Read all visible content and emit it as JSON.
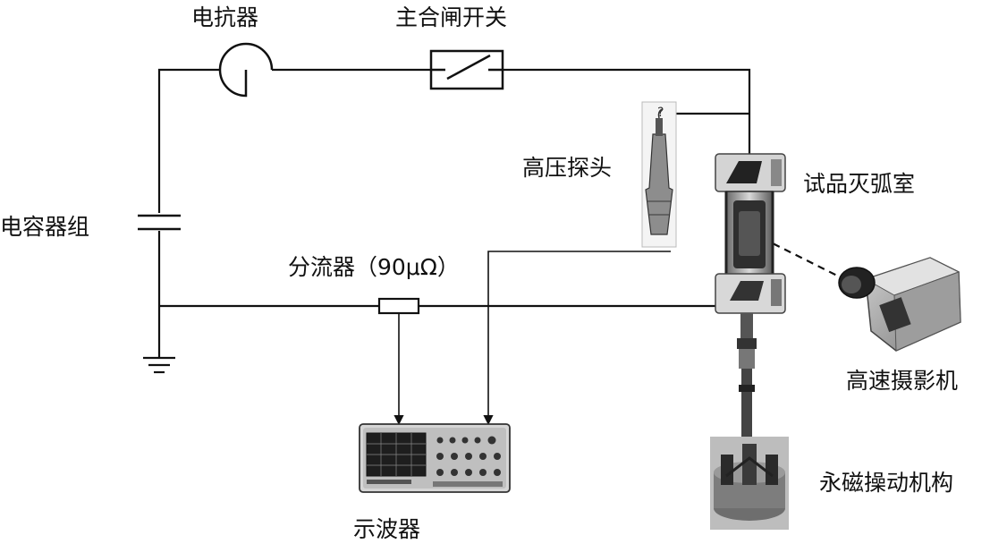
{
  "labels": {
    "reactor": "电抗器",
    "main_switch": "主合闸开关",
    "hv_probe": "高压探头",
    "test_chamber": "试品灭弧室",
    "capacitor_bank": "电容器组",
    "shunt": "分流器（90μΩ）",
    "high_speed_camera": "高速摄影机",
    "oscilloscope": "示波器",
    "pm_actuator": "永磁操动机构"
  }
}
